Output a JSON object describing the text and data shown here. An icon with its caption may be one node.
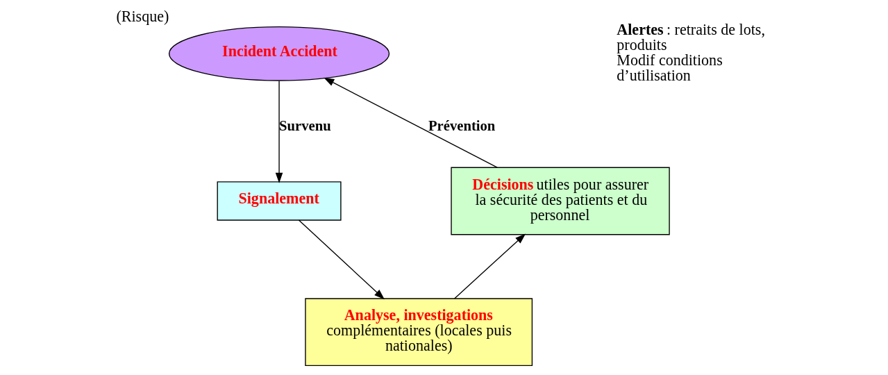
{
  "diagram": {
    "nodes": [
      {
        "text": [
          "Incident Accident"
        ],
        "beside": [
          "(Risque)"
        ]
      },
      {
        "text": [
          "Signalement"
        ]
      },
      {
        "text": [
          "Analyse, investigations",
          "complémentaires (locales puis nationales)"
        ]
      },
      {
        "text": [
          "**Décisions** utiles pour assurer la sécurité des patients et du personnel"
        ]
      }
    ],
    "edges": [
      {
        "from": 0,
        "to": 1,
        "arrow": "to",
        "label": "Survenu"
      },
      {
        "from": 1,
        "to": 2,
        "arrow": "to"
      },
      {
        "from": 2,
        "to": 3,
        "arrow": "to"
      },
      {
        "from": 3,
        "to": 0,
        "arrow": "to",
        "label": "Prévention"
      }
    ],
    "labels": [
      "**Alertes** : retraits de lots, produits",
      "Modif conditions d’utilisation"
    ]
  }
}
